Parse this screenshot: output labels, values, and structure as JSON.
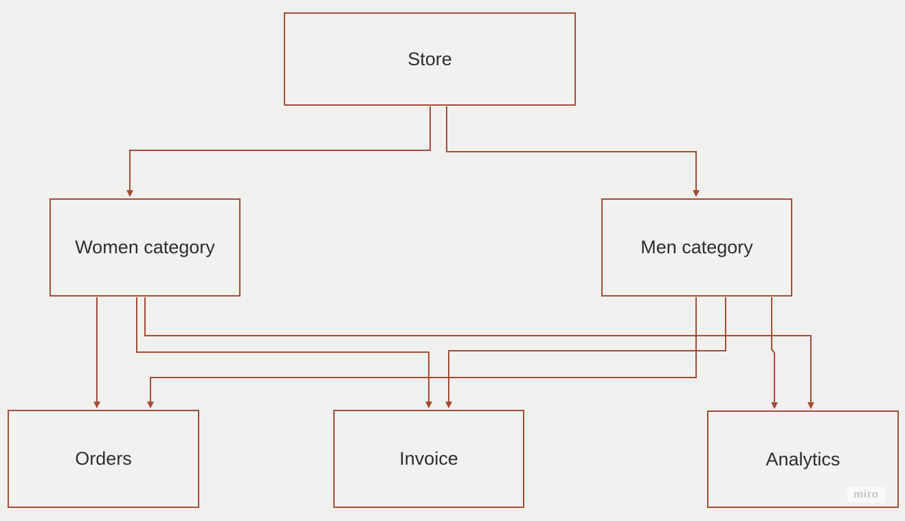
{
  "board": {
    "background_color": "#F0F0EE",
    "node_fill_color": "#F1F1EF",
    "stroke_color": "#A54B33",
    "text_color": "#2D2D2D"
  },
  "nodes": {
    "store": {
      "label": "Store"
    },
    "women_category": {
      "label": "Women category"
    },
    "men_category": {
      "label": "Men category"
    },
    "orders": {
      "label": "Orders"
    },
    "invoice": {
      "label": "Invoice"
    },
    "analytics": {
      "label": "Analytics"
    }
  },
  "edges": [
    {
      "from": "Store",
      "to": "Women category"
    },
    {
      "from": "Store",
      "to": "Men category"
    },
    {
      "from": "Women category",
      "to": "Orders"
    },
    {
      "from": "Women category",
      "to": "Invoice"
    },
    {
      "from": "Women category",
      "to": "Analytics"
    },
    {
      "from": "Men category",
      "to": "Orders"
    },
    {
      "from": "Men category",
      "to": "Invoice"
    },
    {
      "from": "Men category",
      "to": "Analytics"
    }
  ],
  "watermark": {
    "label": "miro",
    "text_color": "#C3C7CB"
  }
}
